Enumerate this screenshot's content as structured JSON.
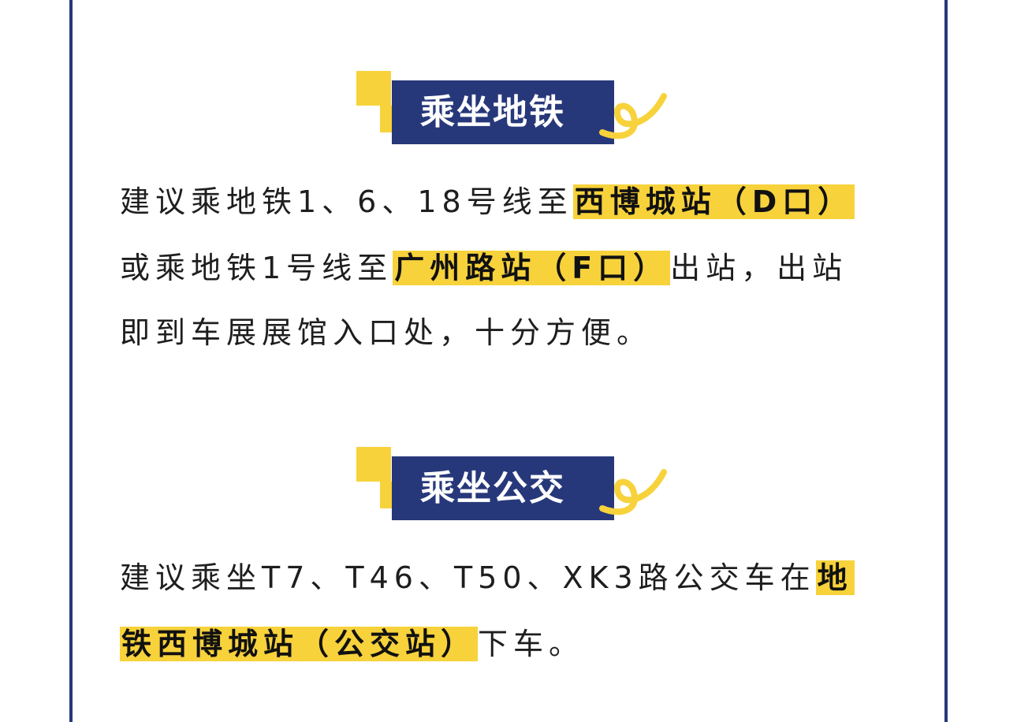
{
  "sections": [
    {
      "title": "乘坐地铁",
      "lines": [
        {
          "before": "建议乘地铁1、6、18号线至",
          "highlight": "西博城站（D口）",
          "after": ""
        },
        {
          "before": "或乘地铁1号线至",
          "highlight": "广州路站（F口）",
          "after": "出站，出站"
        },
        {
          "before": "即到车展展馆入口处，十分方便。",
          "highlight": "",
          "after": ""
        }
      ]
    },
    {
      "title": "乘坐公交",
      "lines": [
        {
          "before": "建议乘坐T7、T46、T50、XK3路公交车在",
          "highlight": "地",
          "after": ""
        },
        {
          "before": "",
          "highlight": "铁西博城站（公交站）",
          "after": "下车。"
        }
      ]
    }
  ],
  "colors": {
    "navy": "#27387a",
    "yellow": "#f7d23b",
    "text": "#1e1e1e"
  },
  "icons": [
    "swirl-decoration-icon"
  ]
}
